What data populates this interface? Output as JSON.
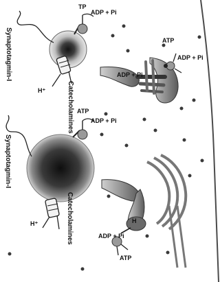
{
  "labels": {
    "tp": "TP",
    "atp": "ATP",
    "adp_pi": "ADP + Pi",
    "h_plus": "H⁺",
    "synaptotagmin": "Synaptotagmin-I",
    "catecholamines": "Catecholamines",
    "h_plus_mark": "H"
  },
  "colors": {
    "ink": "#111111",
    "vesicle_core": "#1c1c1c",
    "vesicle_halo": "#c8c8c8",
    "membrane": "#4a4a4a",
    "atpase_head": "#9a9a9a",
    "granule": "#3a3a3a"
  },
  "icons": [
    "vesicle-icon",
    "atpase-pump-icon",
    "golgi-stack-icon",
    "granule-dot-icon"
  ]
}
